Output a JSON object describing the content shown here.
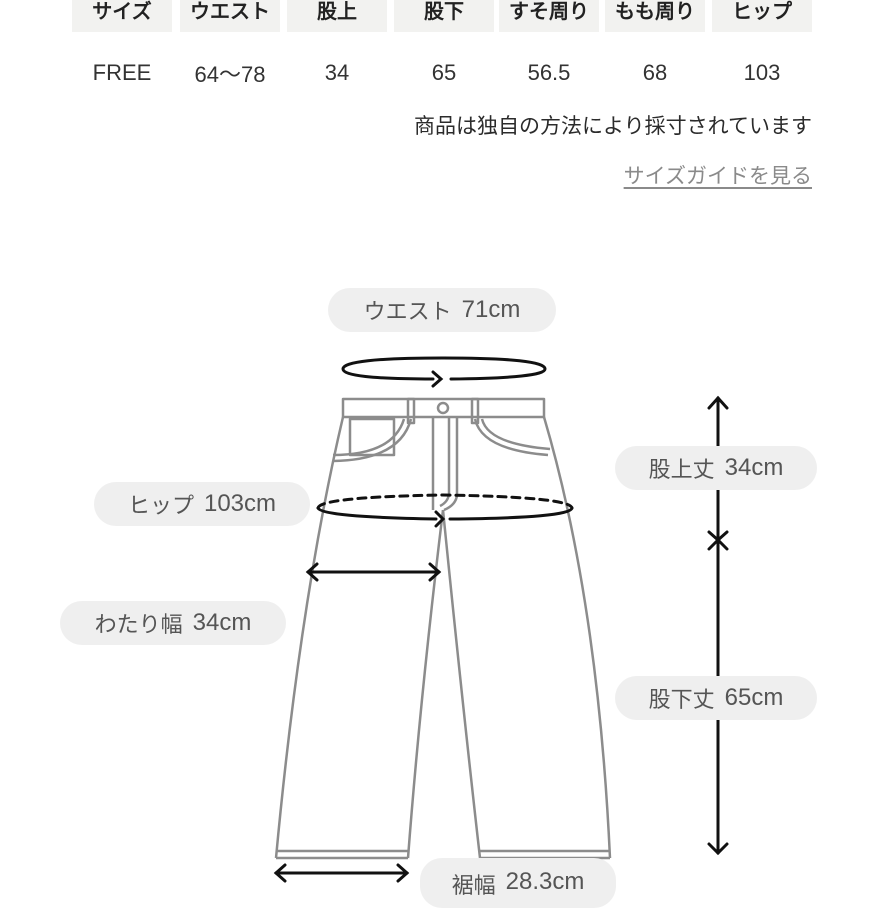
{
  "size_table": {
    "headers": [
      "サイズ",
      "ウエスト",
      "股上",
      "股下",
      "すそ周り",
      "もも周り",
      "ヒップ"
    ],
    "rows": [
      [
        "FREE",
        "64〜78",
        "34",
        "65",
        "56.5",
        "68",
        "103"
      ]
    ]
  },
  "note": "商品は独自の方法により採寸されています",
  "size_guide_link": "サイズガイドを見る",
  "diagram": {
    "labels": {
      "waist": {
        "name": "ウエスト",
        "value": "71cm"
      },
      "hip": {
        "name": "ヒップ",
        "value": "103cm"
      },
      "thigh": {
        "name": "わたり幅",
        "value": "34cm"
      },
      "rise": {
        "name": "股上丈",
        "value": "34cm"
      },
      "inseam": {
        "name": "股下丈",
        "value": "65cm"
      },
      "hem": {
        "name": "裾幅",
        "value": "28.3cm"
      }
    },
    "colors": {
      "outline": "#8c8c8c",
      "arrow": "#111111",
      "pill_bg": "#efefef",
      "label_text": "#555555",
      "header_bg": "#f2f2f0",
      "link": "#8a8a8a"
    }
  }
}
